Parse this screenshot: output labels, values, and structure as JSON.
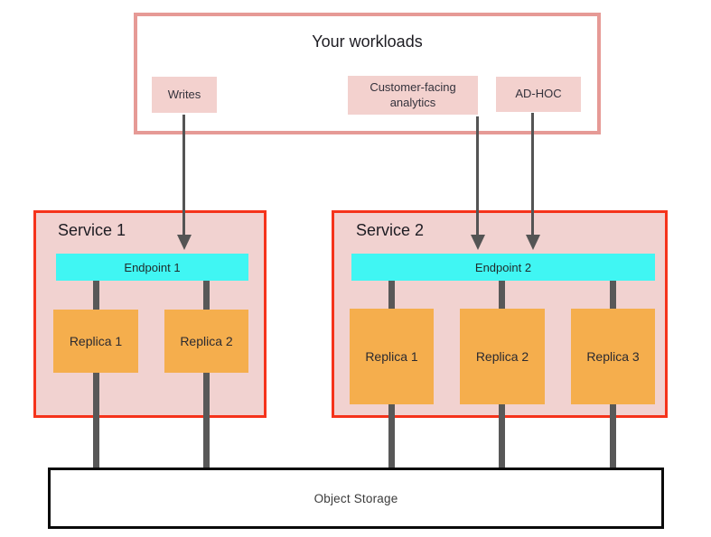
{
  "workloads": {
    "title": "Your workloads",
    "items": [
      {
        "label": "Writes"
      },
      {
        "label": "Customer-facing analytics"
      },
      {
        "label": "AD-HOC"
      }
    ]
  },
  "services": [
    {
      "name": "Service 1",
      "endpoint": "Endpoint 1",
      "replicas": [
        "Replica 1",
        "Replica 2"
      ]
    },
    {
      "name": "Service 2",
      "endpoint": "Endpoint 2",
      "replicas": [
        "Replica 1",
        "Replica 2",
        "Replica 3"
      ]
    }
  ],
  "storage": {
    "label": "Object Storage"
  },
  "icons": {
    "arrow_down": "down-arrow-icon"
  },
  "colors": {
    "workloads_border": "#e69a96",
    "chip_fill": "#f3d1ce",
    "service_border": "#f5331b",
    "service_fill": "#f1d2d0",
    "endpoint_fill": "#40f6f3",
    "replica_fill": "#f5ae4d",
    "connector": "#585858",
    "arrow": "#545454",
    "storage_border": "#0a0a0a",
    "background": "#ffffff"
  }
}
